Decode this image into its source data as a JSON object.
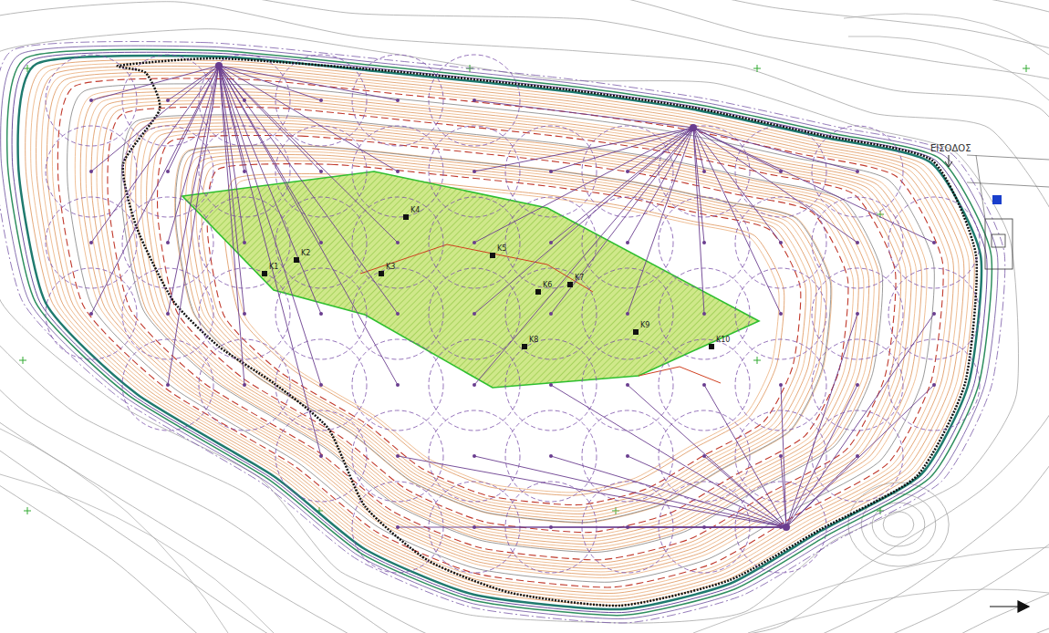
{
  "diagram": {
    "labels": [
      "ΕΙΣΟΔΟΣ",
      "Κ1",
      "Κ2",
      "Κ3",
      "Κ4",
      "Κ5",
      "Κ6",
      "Κ7",
      "Κ8",
      "Κ9",
      "Κ10"
    ]
  }
}
